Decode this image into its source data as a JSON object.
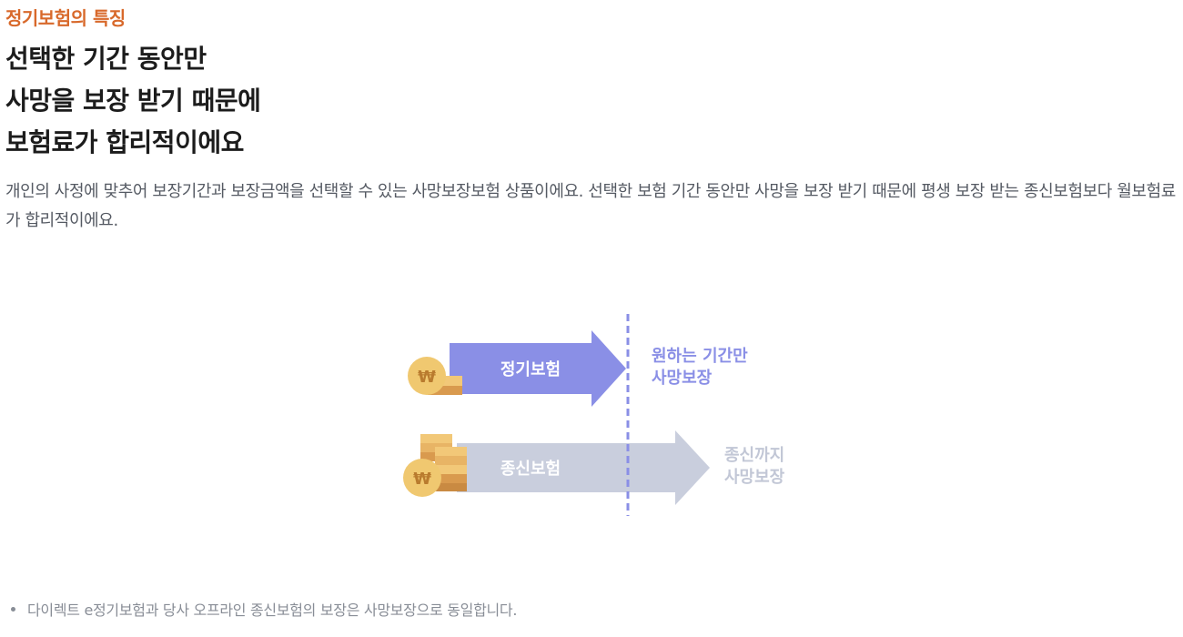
{
  "section": {
    "eyebrow": "정기보험의 특징",
    "headline_lines": [
      "선택한 기간 동안만",
      "사망을 보장 받기 때문에",
      "보험료가 합리적이에요"
    ],
    "description": "개인의 사정에 맞추어 보장기간과 보장금액을 선택할 수 있는 사망보장보험 상품이에요. 선택한 보험 기간 동안만 사망을 보장 받기 때문에 평생 보장 받는 종신보험보다 월보험료가 합리적이에요."
  },
  "diagram": {
    "term_label": "정기보험",
    "term_note": [
      "원하는 기간만",
      "사망보장"
    ],
    "whole_label": "종신보험",
    "whole_note": [
      "종신까지",
      "사망보장"
    ],
    "coin_symbol": "₩",
    "colors": {
      "term_arrow": "#8a8fe6",
      "whole_arrow": "#c9cedd",
      "divider": "#8a8fe6",
      "coin": "#f0c870",
      "coin_text": "#b97b2e",
      "stack_light": "#f2c878",
      "stack_dark": "#d99a4e"
    },
    "icons": [
      "coin-icon",
      "coin-stack-icon"
    ]
  },
  "footnote": {
    "text": "다이렉트 e정기보험과 당사 오프라인 종신보험의 보장은 사망보장으로 동일합니다."
  }
}
